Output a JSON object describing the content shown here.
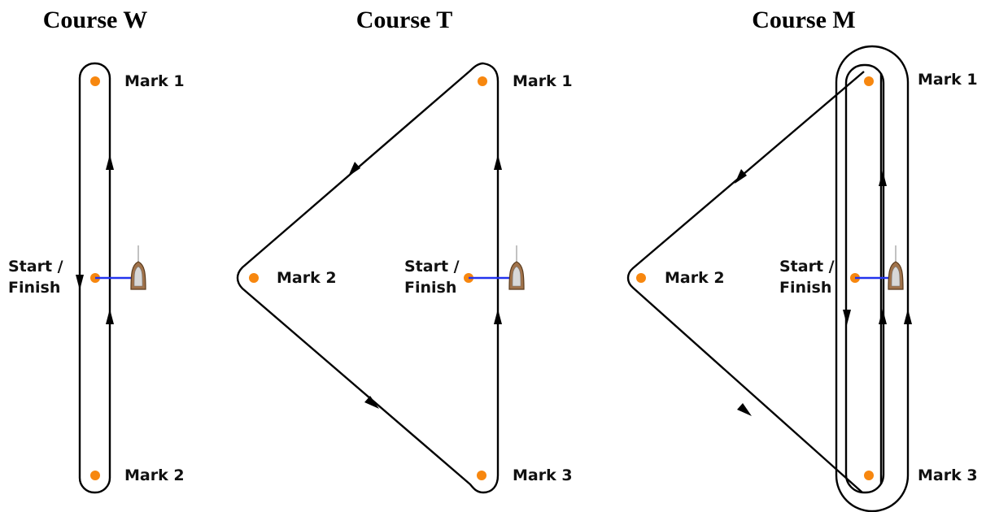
{
  "courses": [
    {
      "title": "Course W",
      "marks": [
        {
          "label": "Mark 1",
          "color": "#f7870f"
        },
        {
          "label": "Mark 2",
          "color": "#f7870f"
        }
      ],
      "start_finish": {
        "line1": "Start /",
        "line2": "Finish"
      }
    },
    {
      "title": "Course T",
      "marks": [
        {
          "label": "Mark 1",
          "color": "#f7870f"
        },
        {
          "label": "Mark 2",
          "color": "#f7870f"
        },
        {
          "label": "Mark 3",
          "color": "#f7870f"
        }
      ],
      "start_finish": {
        "line1": "Start /",
        "line2": "Finish"
      }
    },
    {
      "title": "Course M",
      "marks": [
        {
          "label": "Mark 1",
          "color": "#f7870f"
        },
        {
          "label": "Mark 2",
          "color": "#f7870f"
        },
        {
          "label": "Mark 3",
          "color": "#f7870f"
        }
      ],
      "start_finish": {
        "line1": "Start /",
        "line2": "Finish"
      }
    }
  ],
  "colors": {
    "route": "#000000",
    "mark": "#f7870f",
    "start_line": "#2233ee",
    "boat_hull": "#a0724a"
  },
  "icons": [
    "boat-icon",
    "mark-buoy",
    "direction-arrow"
  ]
}
